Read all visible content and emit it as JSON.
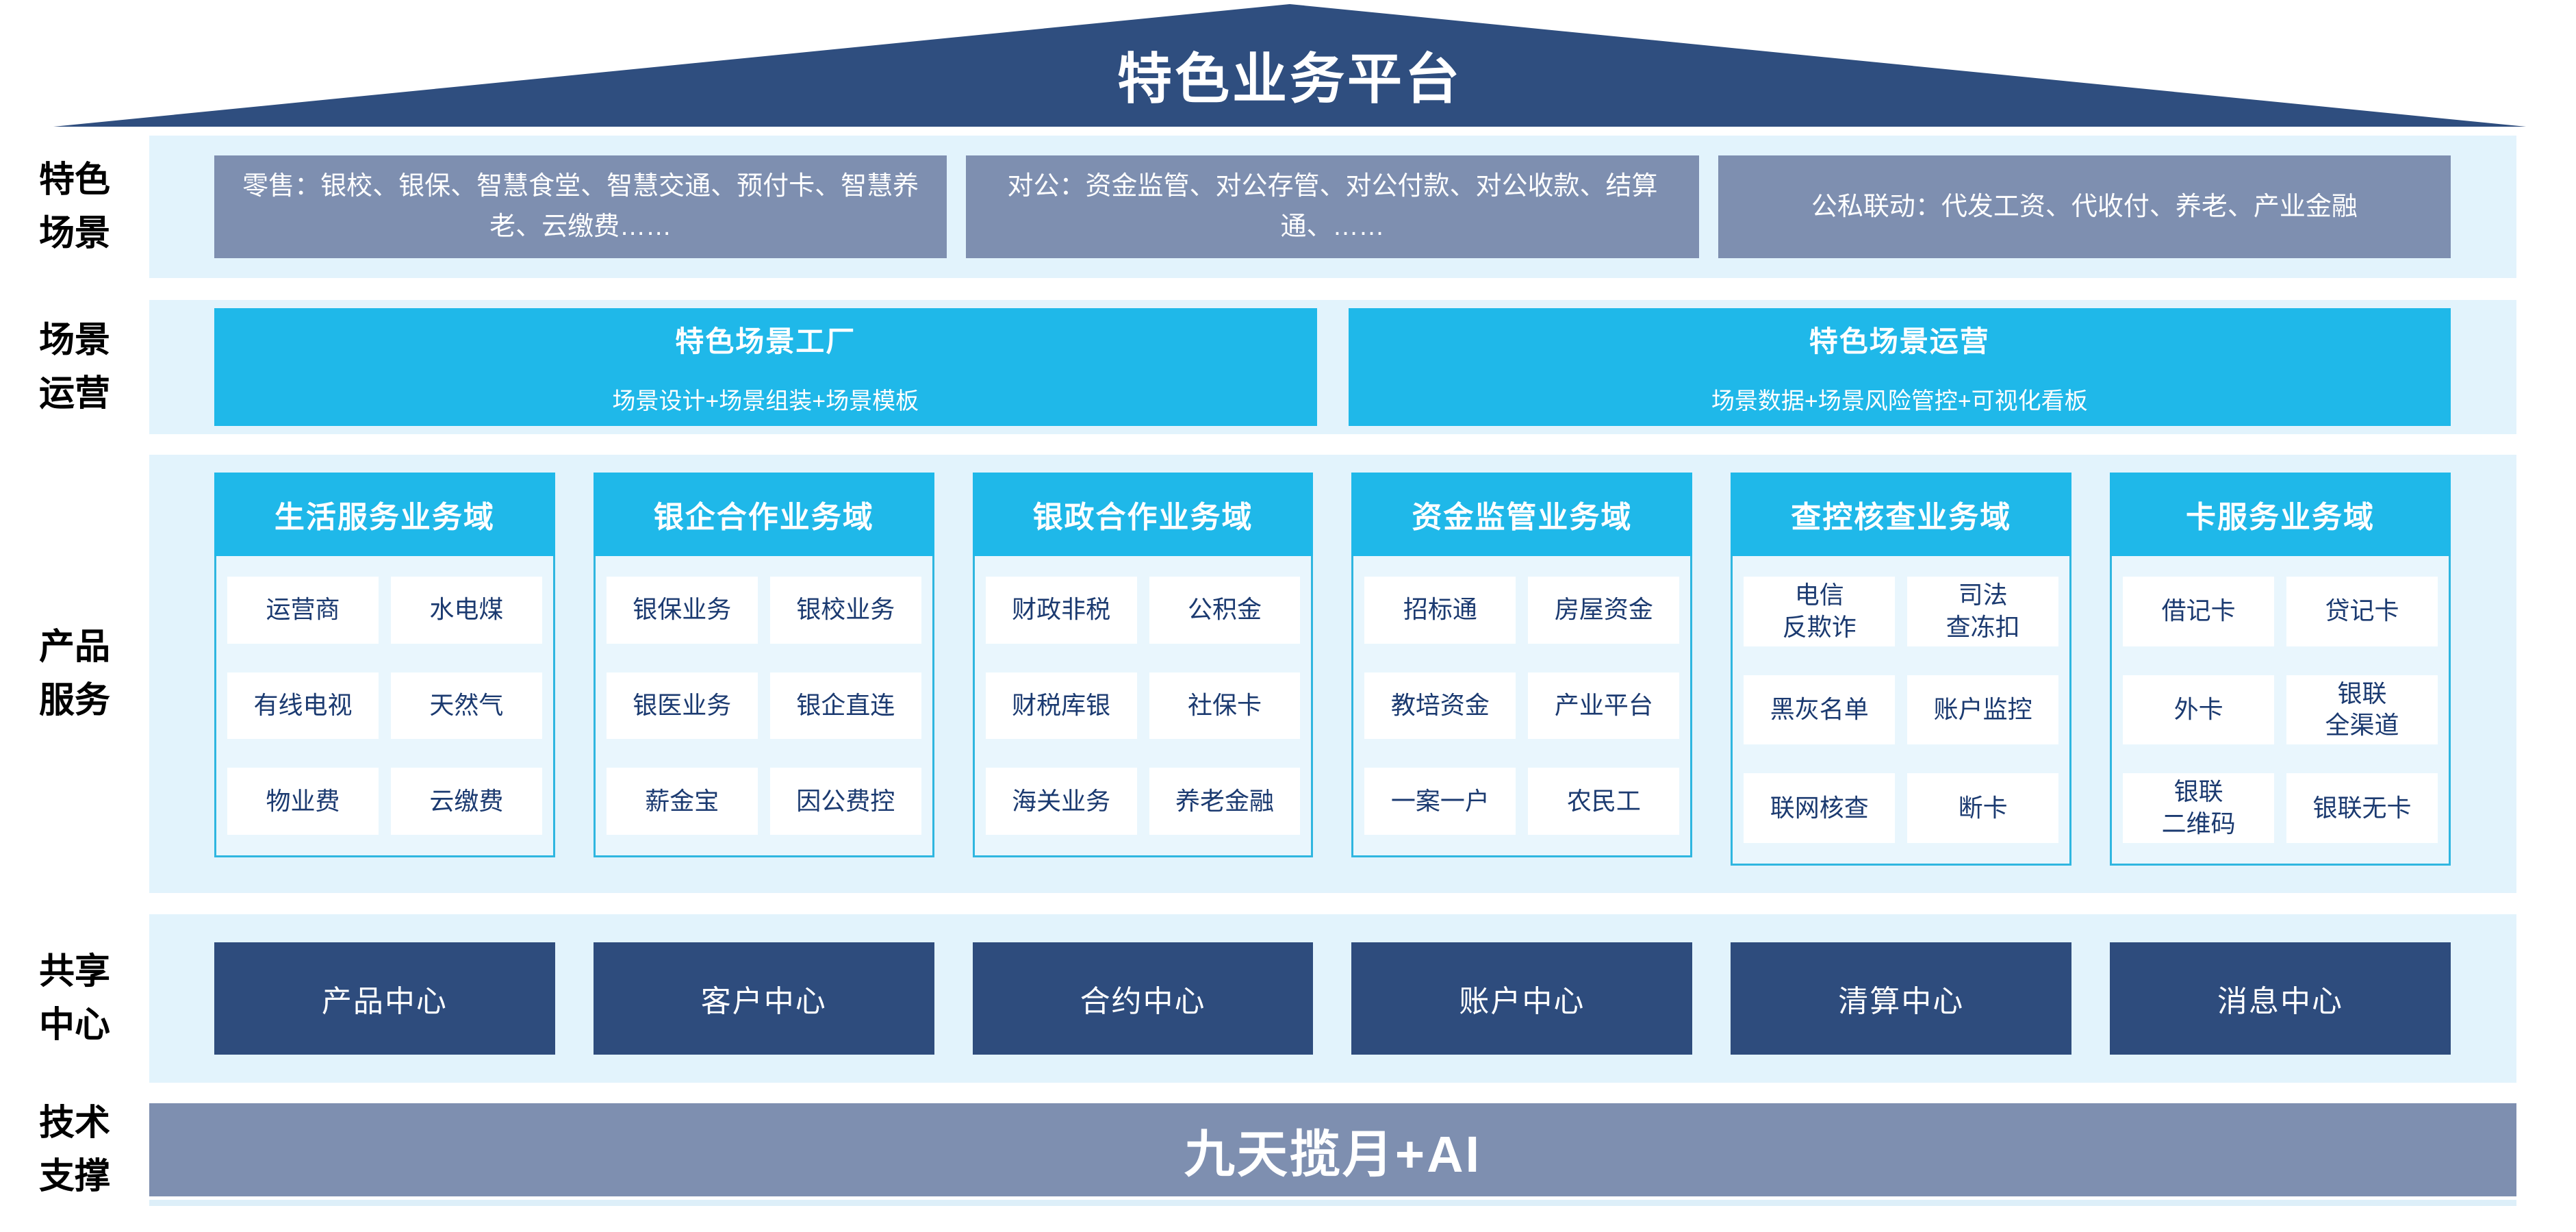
{
  "roof": {
    "title": "特色业务平台"
  },
  "rows": {
    "scene": {
      "label": "特色\n场景",
      "boxes": [
        "零售：银校、银保、智慧食堂、智慧交通、预付卡、智慧养老、云缴费……",
        "对公：资金监管、对公存管、对公付款、对公收款、结算通、……",
        "公私联动：代发工资、代收付、养老、产业金融"
      ]
    },
    "operation": {
      "label": "场景\n运营",
      "boxes": [
        {
          "title": "特色场景工厂",
          "subtitle": "场景设计+场景组装+场景模板"
        },
        {
          "title": "特色场景运营",
          "subtitle": "场景数据+场景风险管控+可视化看板"
        }
      ]
    },
    "products": {
      "label": "产品\n服务",
      "domains": [
        {
          "header": "生活服务业务域",
          "cells": [
            "运营商",
            "水电煤",
            "有线电视",
            "天然气",
            "物业费",
            "云缴费"
          ]
        },
        {
          "header": "银企合作业务域",
          "cells": [
            "银保业务",
            "银校业务",
            "银医业务",
            "银企直连",
            "薪金宝",
            "因公费控"
          ]
        },
        {
          "header": "银政合作业务域",
          "cells": [
            "财政非税",
            "公积金",
            "财税库银",
            "社保卡",
            "海关业务",
            "养老金融"
          ]
        },
        {
          "header": "资金监管业务域",
          "cells": [
            "招标通",
            "房屋资金",
            "教培资金",
            "产业平台",
            "一案一户",
            "农民工"
          ]
        },
        {
          "header": "查控核查业务域",
          "cells": [
            "电信\n反欺诈",
            "司法\n查冻扣",
            "黑灰名单",
            "账户监控",
            "联网核查",
            "断卡"
          ]
        },
        {
          "header": "卡服务业务域",
          "cells": [
            "借记卡",
            "贷记卡",
            "外卡",
            "银联\n全渠道",
            "银联\n二维码",
            "银联无卡"
          ]
        }
      ]
    },
    "shared": {
      "label": "共享\n中心",
      "centers": [
        "产品中心",
        "客户中心",
        "合约中心",
        "账户中心",
        "清算中心",
        "消息中心"
      ]
    },
    "tech": {
      "label": "技术\n支撑",
      "bar": "九天揽月+AI"
    }
  },
  "colors": {
    "navy": "#2E4C7D",
    "gray_blue": "#7E8FB0",
    "cyan": "#1FB8E9",
    "band_bg": "#E2F3FC",
    "column_bg": "#E9F6FD",
    "cell_text": "#1B3A70"
  }
}
